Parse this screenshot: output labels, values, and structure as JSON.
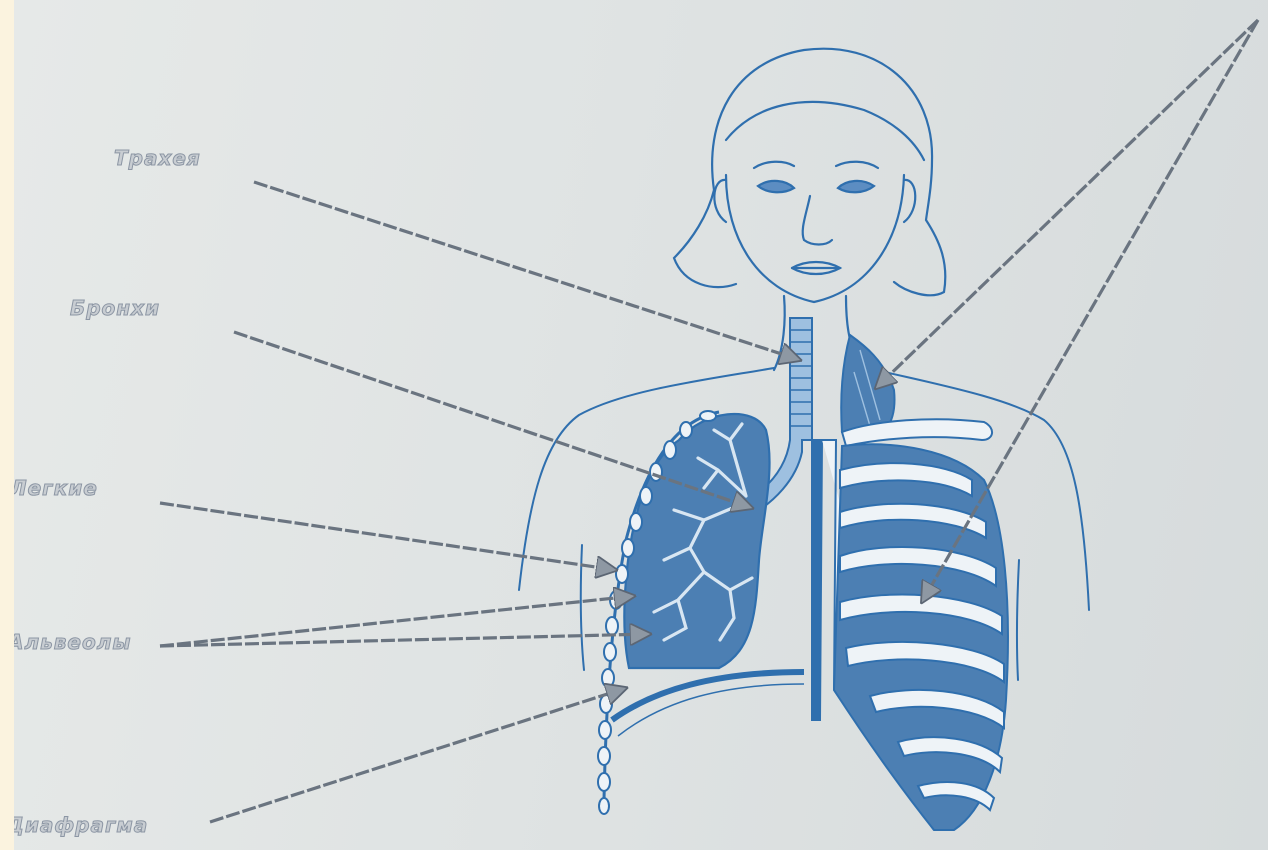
{
  "labels": {
    "trachea": "Трахея",
    "bronchi": "Бронхи",
    "lungs": "Легкие",
    "alveoli": "Альвеолы",
    "diaphragm": "Диафрагма"
  },
  "colors": {
    "ink": "#2f6fae",
    "fill": "#4c7fb3",
    "arrow": "#5c6674",
    "paper": "#e2e6e6"
  }
}
